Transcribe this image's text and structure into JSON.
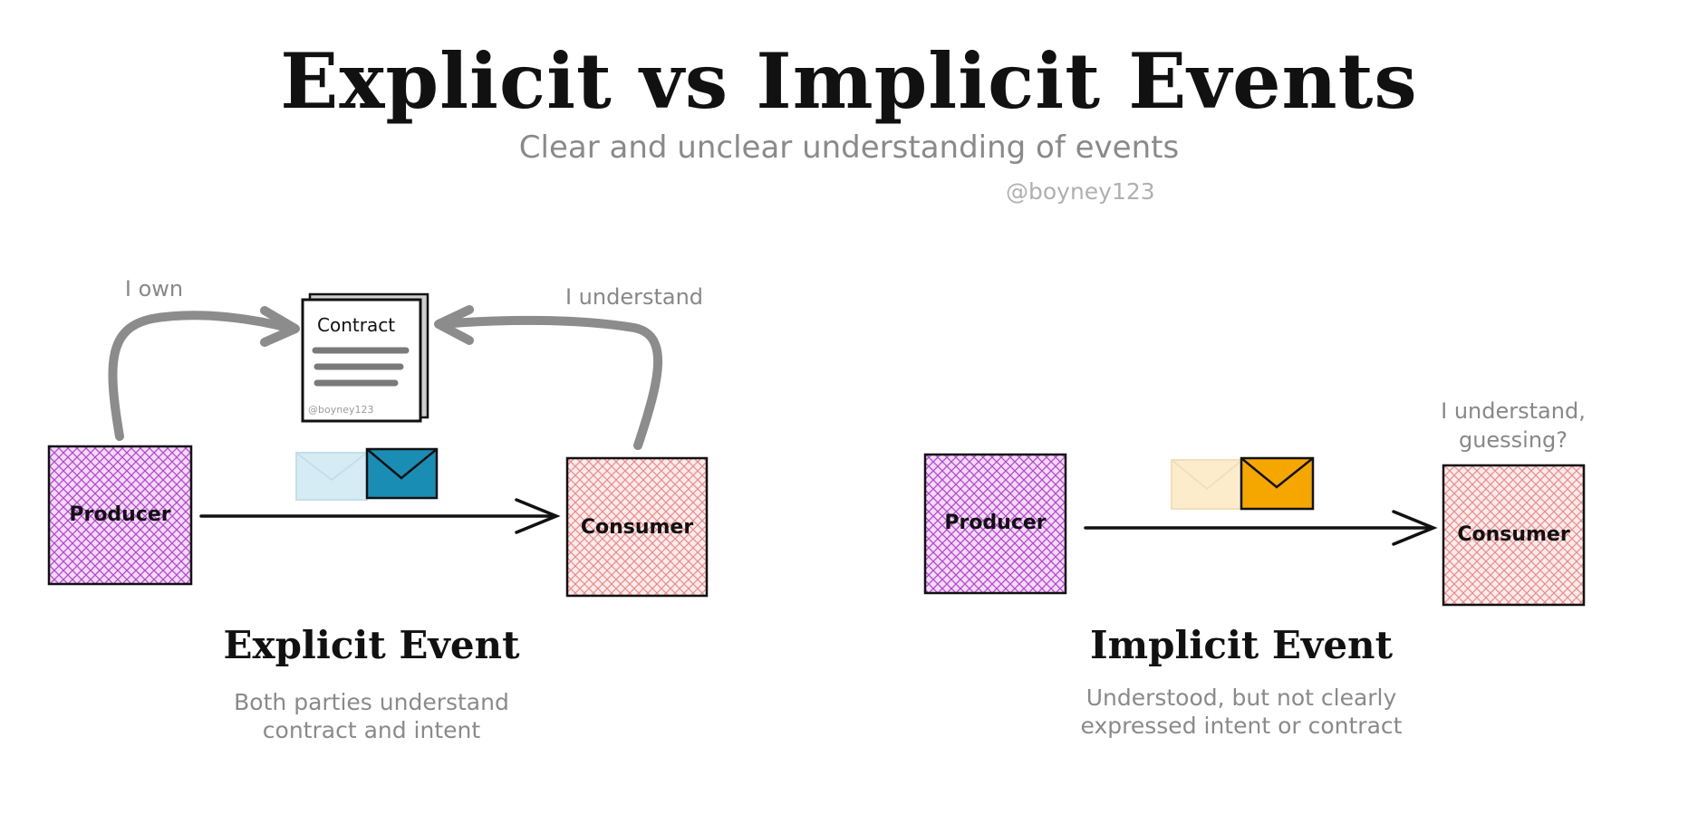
{
  "title": "Explicit vs Implicit Events",
  "subtitle": "Clear and unclear understanding of events",
  "handle": "@boyney123",
  "explicit": {
    "producer_label": "Producer",
    "consumer_label": "Consumer",
    "contract_label": "Contract",
    "contract_watermark": "@boyney123",
    "owner_note": "I own",
    "consumer_note": "I understand",
    "heading": "Explicit Event",
    "description_line1": "Both parties understand",
    "description_line2": "contract and intent",
    "envelope_color": "#1a8db5",
    "envelope_ghost_color": "#d6ecf5"
  },
  "implicit": {
    "producer_label": "Producer",
    "consumer_label": "Consumer",
    "consumer_note_line1": "I understand,",
    "consumer_note_line2": "guessing?",
    "heading": "Implicit Event",
    "description_line1": "Understood, but not clearly",
    "description_line2": "expressed intent or contract",
    "envelope_color": "#f5a700",
    "envelope_ghost_color": "#fdeccc"
  },
  "colors": {
    "producer_fill": "#b845d6",
    "consumer_fill": "#ee8a8a",
    "arrow": "#111111",
    "ownership_arrow": "#8c8c8c"
  }
}
